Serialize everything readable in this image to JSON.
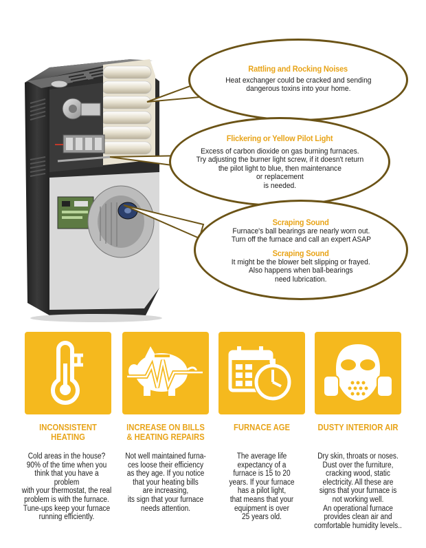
{
  "bubbles": [
    {
      "title": "Rattling and Rocking Noises",
      "body": "Heat exchanger could be cracked and sending\ndangerous toxins into your home."
    },
    {
      "title": "Flickering or Yellow Pilot Light",
      "body": "Excess of carbon dioxide on gas burning furnaces.\nTry adjusting the burner light screw, if it doesn't return\nthe pilot light to blue, then maintenance\nor replacement\nis needed."
    },
    {
      "title": "Scraping Sound",
      "body": "Furnace's ball bearings are nearly worn out.\nTurn off the furnace and call an expert ASAP",
      "title2": "Scraping Sound",
      "body2": "It might be the blower belt slipping or frayed.\nAlso happens when ball-bearings\nneed lubrication."
    }
  ],
  "cards": [
    {
      "icon": "thermometer-icon",
      "title": "INCONSISTENT\nHEATING",
      "text": "Cold areas in the house?\n90% of the time when you\nthink that you have a problem\nwith your thermostat, the real\nproblem is with the furnace.\nTune-ups keep your furnace\nrunning efficiently."
    },
    {
      "icon": "piggy-bank-icon",
      "title": "INCREASE ON BILLS\n& HEATING REPAIRS",
      "text": "Not well maintained furna-\nces  loose their efficiency\nas they age. If you notice\nthat your heating bills\nare increasing,\nits sign that your furnace\nneeds attention."
    },
    {
      "icon": "calendar-clock-icon",
      "title": "FURNACE AGE",
      "text": "The  average life\nexpectancy  of a\nfurnace is 15 to 20\nyears. If your furnace\nhas a pilot light,\nthat means that your\nequipment is over\n25 years old."
    },
    {
      "icon": "gas-mask-icon",
      "title": "DUSTY INTERIOR AIR",
      "text": "Dry skin, throats or noses.\nDust over the furniture,\ncracking wood, static\nelectricity. All these are\nsigns that your furnace is\nnot working well.\nAn operational furnace\nprovides clean air and\ncomfortable humidity levels.."
    }
  ],
  "colors": {
    "accent": "#f5b91e",
    "title_gold": "#e8a419",
    "bubble_border": "#6b5316"
  }
}
